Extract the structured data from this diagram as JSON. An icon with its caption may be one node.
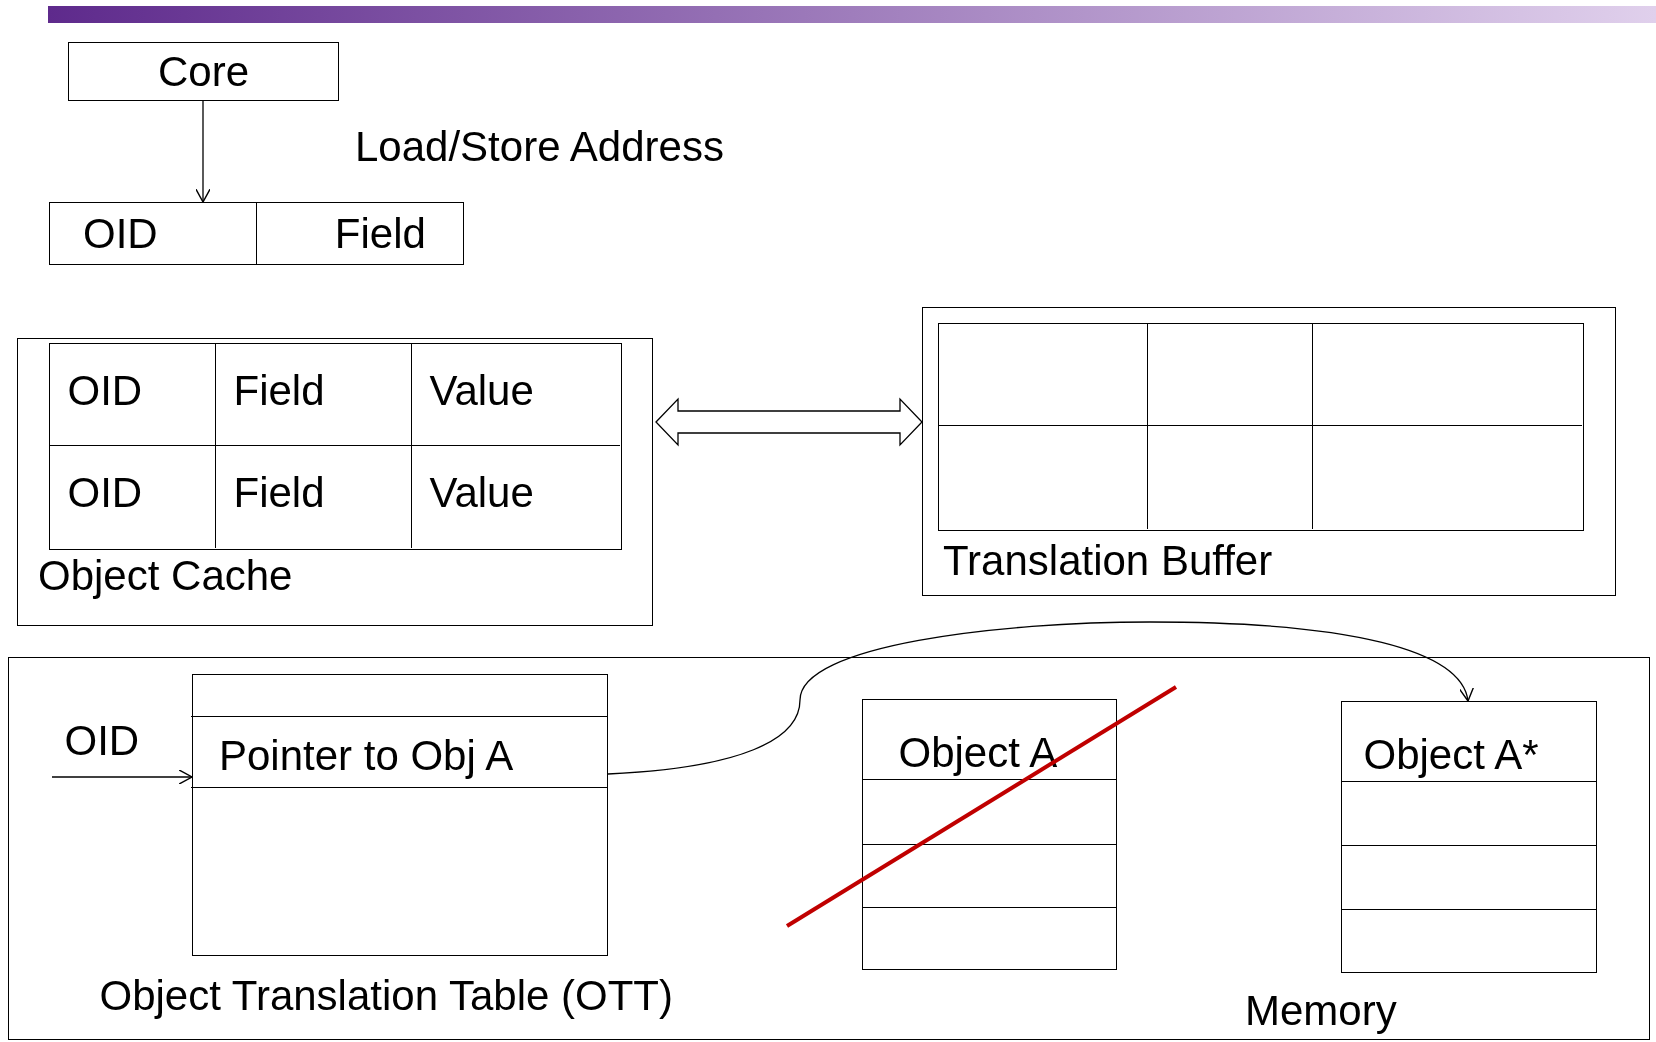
{
  "diagram": {
    "nodes": [
      {
        "text": [
          "Core"
        ]
      },
      {
        "text": [
          "OID",
          "Field"
        ]
      },
      {
        "text": [
          "Object Cache"
        ]
      },
      {
        "text": [
          "OID",
          "Field",
          "Value",
          "OID",
          "Field",
          "Value"
        ],
        "in": 2
      },
      {
        "text": [
          "Translation Buffer"
        ]
      },
      {
        "text": [],
        "shape": "box",
        "in": 4
      },
      {
        "text": [
          "Memory"
        ]
      },
      {
        "text": [
          "OID"
        ],
        "in": 6
      },
      {
        "text": [
          "Object Translation Table (OTT)"
        ],
        "in": 6
      },
      {
        "text": [
          "Pointer to Obj A"
        ],
        "in": 8
      },
      {
        "text": [
          "Object A"
        ],
        "in": 6
      },
      {
        "text": [
          "Object A*"
        ],
        "in": 6
      }
    ],
    "edges": [
      {
        "from": 0,
        "to": 1,
        "arrow": "to"
      },
      {
        "from": 2,
        "to": 4,
        "arrow": "both"
      },
      {
        "from": 7,
        "to": 9,
        "arrow": "to"
      },
      {
        "from": 9,
        "to": 11,
        "arrow": "to"
      }
    ],
    "labels": [
      "Load/Store Address"
    ]
  }
}
